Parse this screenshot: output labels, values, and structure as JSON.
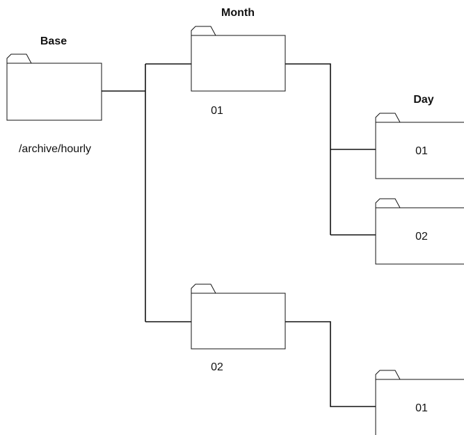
{
  "diagram": {
    "headings": {
      "base": "Base",
      "month": "Month",
      "day": "Day"
    },
    "base_path": "/archive/hourly",
    "month_folders": [
      {
        "label": "01"
      },
      {
        "label": "02"
      }
    ],
    "day_folders": [
      {
        "label": "01"
      },
      {
        "label": "02"
      },
      {
        "label": "01"
      }
    ]
  }
}
